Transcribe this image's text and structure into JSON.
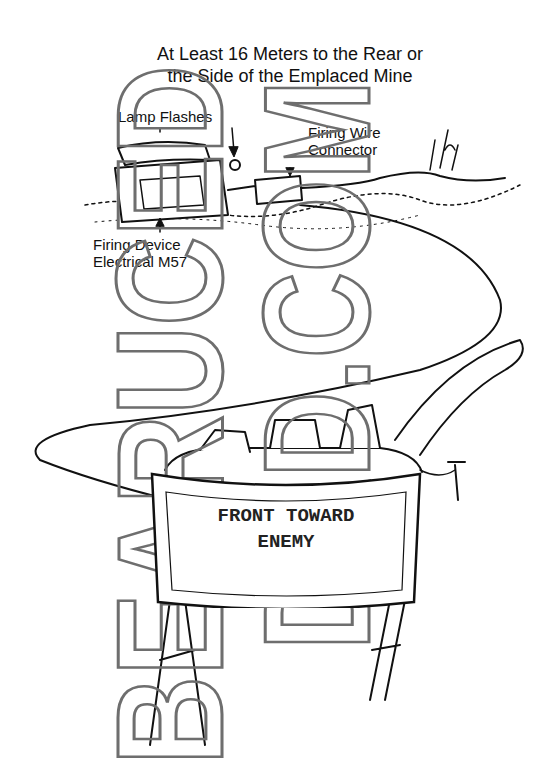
{
  "diagram": {
    "title": "At Least 16 Meters to the Rear or the Side of the Emplaced Mine",
    "nodes": [
      {
        "text": [
          "FRONT TOWARD ENEMY"
        ]
      }
    ],
    "labels": [
      "Lamp Flashes",
      "Firing Wire Connector",
      "Firing Device Electrical M57",
      "BEARUCED",
      "DAD.COM"
    ]
  }
}
